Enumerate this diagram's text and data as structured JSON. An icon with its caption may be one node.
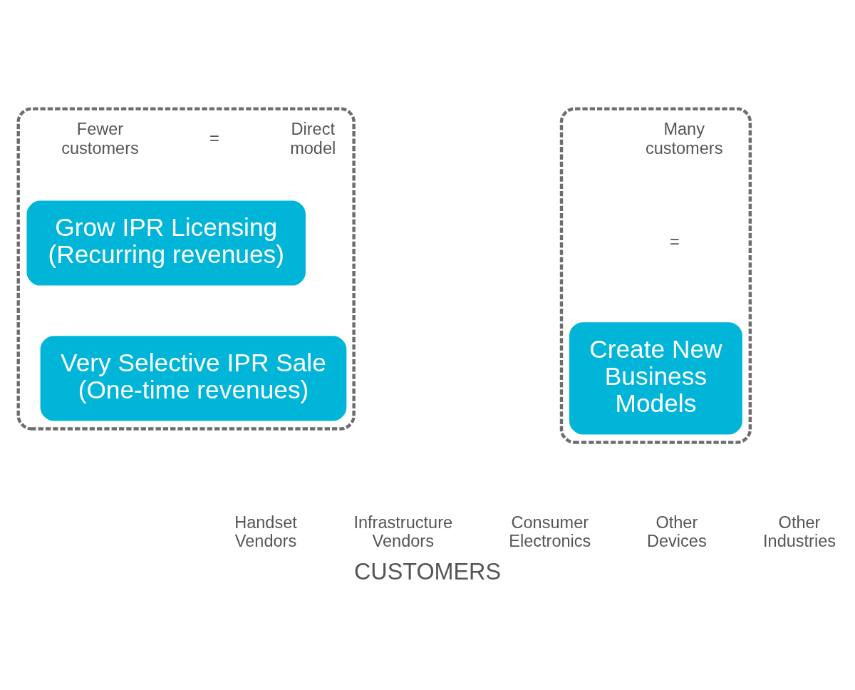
{
  "diagram": {
    "title": "CUSTOMERS",
    "nodes": [
      {
        "text": [],
        "shape": "box"
      },
      {
        "text": [
          "Grow IPR Licensing (Recurring revenues)"
        ],
        "in": 0
      },
      {
        "text": [
          "Very Selective IPR Sale (One-time revenues)"
        ],
        "in": 0
      },
      {
        "text": [],
        "shape": "box"
      },
      {
        "text": [
          "Create New Business Models"
        ],
        "in": 3
      }
    ],
    "edges": [],
    "labels": [
      "Fewer customers",
      "=",
      "Direct model",
      "Many customers",
      "=",
      "Handset Vendors",
      "Infrastructure Vendors",
      "Consumer Electronics",
      "Other Devices",
      "Other Industries"
    ]
  }
}
